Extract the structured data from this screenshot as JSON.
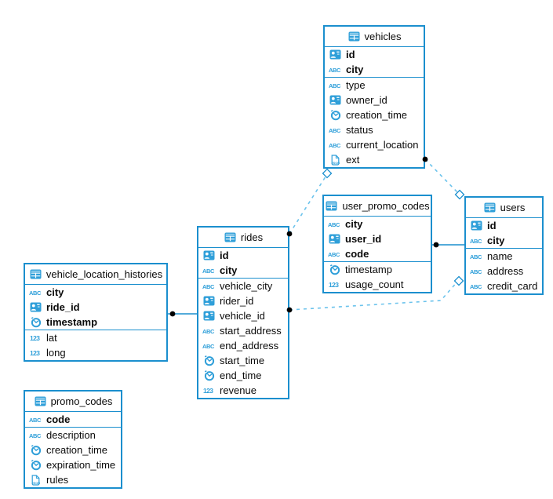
{
  "diagram": {
    "kind": "entity-relationship-diagram",
    "tables": [
      {
        "name": "vehicles",
        "primary_keys": [
          {
            "label": "id",
            "type": "id"
          },
          {
            "label": "city",
            "type": "text"
          }
        ],
        "fields": [
          {
            "label": "type",
            "type": "text"
          },
          {
            "label": "owner_id",
            "type": "id"
          },
          {
            "label": "creation_time",
            "type": "datetime"
          },
          {
            "label": "status",
            "type": "text"
          },
          {
            "label": "current_location",
            "type": "text"
          },
          {
            "label": "ext",
            "type": "json"
          }
        ]
      },
      {
        "name": "user_promo_codes",
        "primary_keys": [
          {
            "label": "city",
            "type": "text"
          },
          {
            "label": "user_id",
            "type": "id"
          },
          {
            "label": "code",
            "type": "text"
          }
        ],
        "fields": [
          {
            "label": "timestamp",
            "type": "datetime"
          },
          {
            "label": "usage_count",
            "type": "number"
          }
        ]
      },
      {
        "name": "users",
        "primary_keys": [
          {
            "label": "id",
            "type": "id"
          },
          {
            "label": "city",
            "type": "text"
          }
        ],
        "fields": [
          {
            "label": "name",
            "type": "text"
          },
          {
            "label": "address",
            "type": "text"
          },
          {
            "label": "credit_card",
            "type": "text"
          }
        ]
      },
      {
        "name": "rides",
        "primary_keys": [
          {
            "label": "id",
            "type": "id"
          },
          {
            "label": "city",
            "type": "text"
          }
        ],
        "fields": [
          {
            "label": "vehicle_city",
            "type": "text"
          },
          {
            "label": "rider_id",
            "type": "id"
          },
          {
            "label": "vehicle_id",
            "type": "id"
          },
          {
            "label": "start_address",
            "type": "text"
          },
          {
            "label": "end_address",
            "type": "text"
          },
          {
            "label": "start_time",
            "type": "datetime"
          },
          {
            "label": "end_time",
            "type": "datetime"
          },
          {
            "label": "revenue",
            "type": "number"
          }
        ]
      },
      {
        "name": "vehicle_location_histories",
        "primary_keys": [
          {
            "label": "city",
            "type": "text"
          },
          {
            "label": "ride_id",
            "type": "id"
          },
          {
            "label": "timestamp",
            "type": "datetime"
          }
        ],
        "fields": [
          {
            "label": "lat",
            "type": "number"
          },
          {
            "label": "long",
            "type": "number"
          }
        ]
      },
      {
        "name": "promo_codes",
        "primary_keys": [
          {
            "label": "code",
            "type": "text"
          }
        ],
        "fields": [
          {
            "label": "description",
            "type": "text"
          },
          {
            "label": "creation_time",
            "type": "datetime"
          },
          {
            "label": "expiration_time",
            "type": "datetime"
          },
          {
            "label": "rules",
            "type": "json"
          }
        ]
      }
    ],
    "relationships": [
      {
        "from": "rides",
        "to": "vehicles",
        "style": "dashed"
      },
      {
        "from": "vehicles",
        "to": "users",
        "style": "dashed"
      },
      {
        "from": "rides",
        "to": "users",
        "style": "dashed"
      },
      {
        "from": "user_promo_codes",
        "to": "users",
        "style": "solid"
      },
      {
        "from": "vehicle_location_histories",
        "to": "rides",
        "style": "solid"
      }
    ],
    "icon_legend": {
      "id": "id-badge-icon",
      "text": "abc-text-icon",
      "datetime": "clock-icon",
      "number": "numeric-123-icon",
      "json": "json-document-icon",
      "table": "table-icon"
    },
    "colors": {
      "table_border": "#1b8fce",
      "icon_blue": "#2f9fd9",
      "dashed_line": "#6cc3ec",
      "solid_line": "#1b8fce",
      "endpoint_dot": "#000000",
      "text": "#0a0a0a",
      "background": "#ffffff"
    }
  }
}
